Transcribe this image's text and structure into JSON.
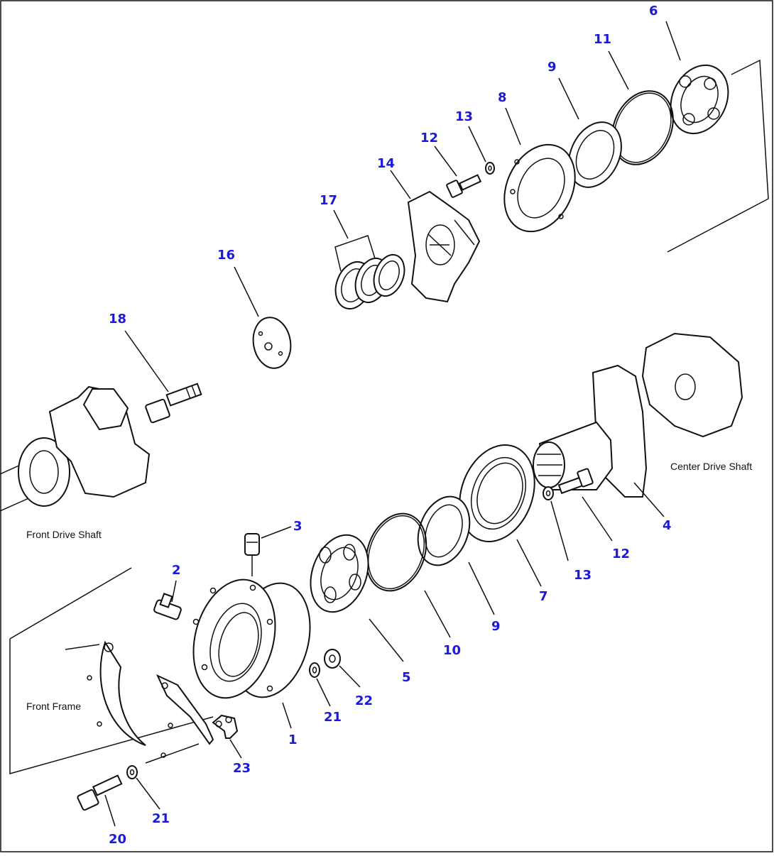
{
  "callouts": {
    "c1": "1",
    "c2": "2",
    "c3": "3",
    "c4": "4",
    "c5": "5",
    "c6": "6",
    "c7": "7",
    "c8": "8",
    "c9a": "9",
    "c9b": "9",
    "c10": "10",
    "c11": "11",
    "c12a": "12",
    "c12b": "12",
    "c13a": "13",
    "c13b": "13",
    "c14": "14",
    "c16": "16",
    "c17": "17",
    "c18": "18",
    "c20": "20",
    "c21a": "21",
    "c21b": "21",
    "c22": "22",
    "c23": "23"
  },
  "labels": {
    "front_drive_shaft": "Front Drive Shaft",
    "center_drive_shaft": "Center Drive Shaft",
    "front_frame": "Front  Frame"
  },
  "colors": {
    "callout": "#1a1ad8",
    "line": "#111111",
    "background": "#ffffff"
  }
}
